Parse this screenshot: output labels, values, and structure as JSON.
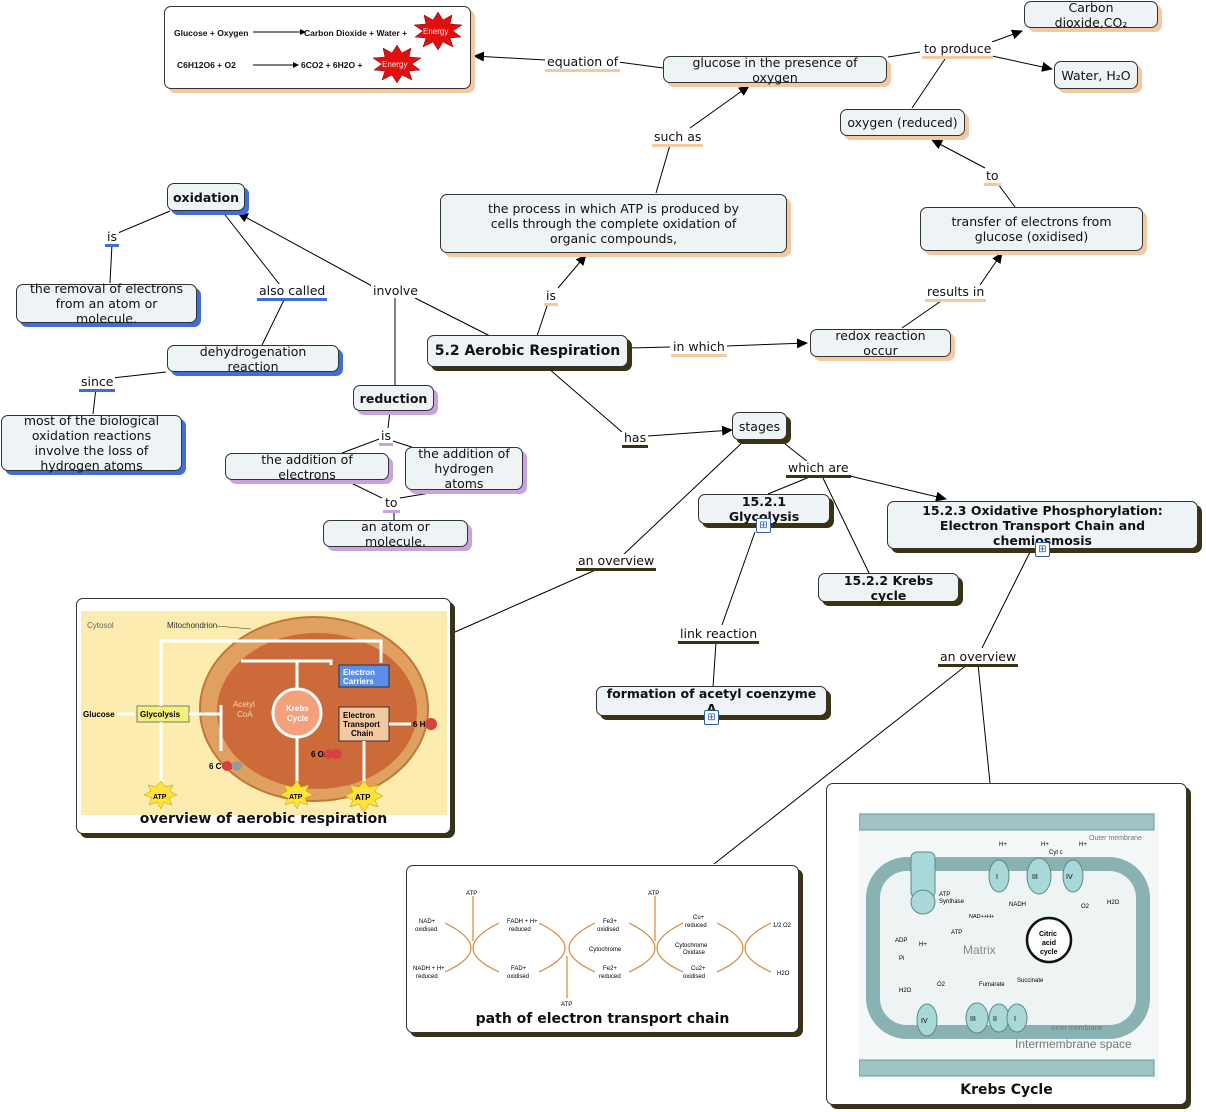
{
  "equation_card": {
    "line1_left": "Glucose + Oxygen",
    "line1_right": "Carbon Dioxide + Water +",
    "line2_left": "C6H12O6 + O2",
    "line2_right": "6CO2 + 6H2O +",
    "energy": "Energy"
  },
  "nodes": {
    "carbon_dioxide": "Carbon dioxide,CO₂",
    "water": "Water, H₂O",
    "glucose_oxygen": "glucose in the presence of oxygen",
    "oxygen_reduced": "oxygen (reduced)",
    "transfer_electrons": "transfer of electrons from glucose (oxidised)",
    "process_atp": "the process in which ATP is produced by cells through the complete oxidation of organic compounds,",
    "oxidation": "oxidation",
    "removal_electrons": "the removal of electrons from an atom or molecule.",
    "dehydrogenation": "dehydrogenation reaction",
    "biological_oxidation": "most of the biological oxidation reactions involve the loss of hydrogen atoms",
    "aerobic_respiration": "5.2 Aerobic Respiration",
    "redox": "redox reaction occur",
    "reduction": "reduction",
    "addition_electrons": "the addition of electrons",
    "addition_hydrogen": "the addition of hydrogen atoms",
    "atom_molecule": "an atom or molecule.",
    "stages": "stages",
    "glycolysis": "15.2.1 Glycolysis",
    "oxidative_phosphorylation": "15.2.3 Oxidative Phosphorylation: Electron Transport Chain and chemiosmosis",
    "krebs_cycle_node": "15.2.2 Krebs cycle",
    "acetyl_coa": "formation of acetyl coenzyme A"
  },
  "linking_phrases": {
    "equation_of": "equation of",
    "to_produce": "to produce",
    "such_as": "such as",
    "to": "to",
    "is_main": "is",
    "results_in": "results in",
    "in_which": "in which",
    "is_oxidation": "is",
    "also_called": "also called",
    "since": "since",
    "involve": "involve",
    "is_reduction": "is",
    "to_reduction": "to",
    "has": "has",
    "which_are": "which are",
    "an_overview_left": "an overview",
    "link_reaction": "link reaction",
    "an_overview_right": "an overview"
  },
  "image_cards": {
    "overview": {
      "caption": "overview of aerobic respiration",
      "labels": {
        "cytosol": "Cytosol",
        "mitochondrion": "Mitochondrion",
        "glucose": "Glucose",
        "glycolysis": "Glycolysis",
        "acetyl": "Acetyl",
        "coa": "CoA",
        "krebs": "Krebs",
        "cycle": "Cycle",
        "electron": "Electron",
        "carriers": "Carriers",
        "electron2": "Electron",
        "transport": "Transport",
        "chain": "Chain",
        "atp": "ATP",
        "co2": "6 CO2",
        "o2": "6 O2",
        "h2o": "6 H2O"
      }
    },
    "etc": {
      "caption": "path of electron transport chain",
      "labels": {
        "atp": "ATP",
        "nad": "NAD+",
        "oxidised": "oxidised",
        "nadh": "NADH + H+",
        "reduced": "reduced",
        "fadh": "FADH + H+",
        "fad": "FAD+",
        "fe3": "Fe3+",
        "fe2": "Fe2+",
        "cytochrome": "Cytochrome",
        "cu_plus": "Cu+",
        "cu_2plus": "Cu2+",
        "cyt_oxidase_1": "Cytochrome",
        "cyt_oxidase_2": "Oxidase",
        "half_o2": "1/2 O2",
        "h2o": "H2O"
      }
    },
    "krebs": {
      "caption": "Krebs Cycle",
      "labels": {
        "outer": "Outer membrane",
        "inner": "Inner membrane",
        "matrix": "Matrix",
        "intermembrane": "Intermembrane space",
        "atp_synthase_1": "ATP",
        "atp_synthase_2": "Synthase",
        "citric_1": "Citric",
        "citric_2": "acid",
        "citric_3": "cycle",
        "nadh": "NADH",
        "nad": "NAD++H+",
        "adp": "ADP",
        "pi": "Pi",
        "atp": "ATP",
        "h": "H+",
        "cyt_c": "Cyt c",
        "fumarate": "Fumarate",
        "succinate": "Succinate",
        "o2": "O2",
        "h2o": "H2O",
        "r_i": "I",
        "r_ii": "II",
        "r_iii": "III",
        "r_iv": "IV"
      }
    }
  }
}
